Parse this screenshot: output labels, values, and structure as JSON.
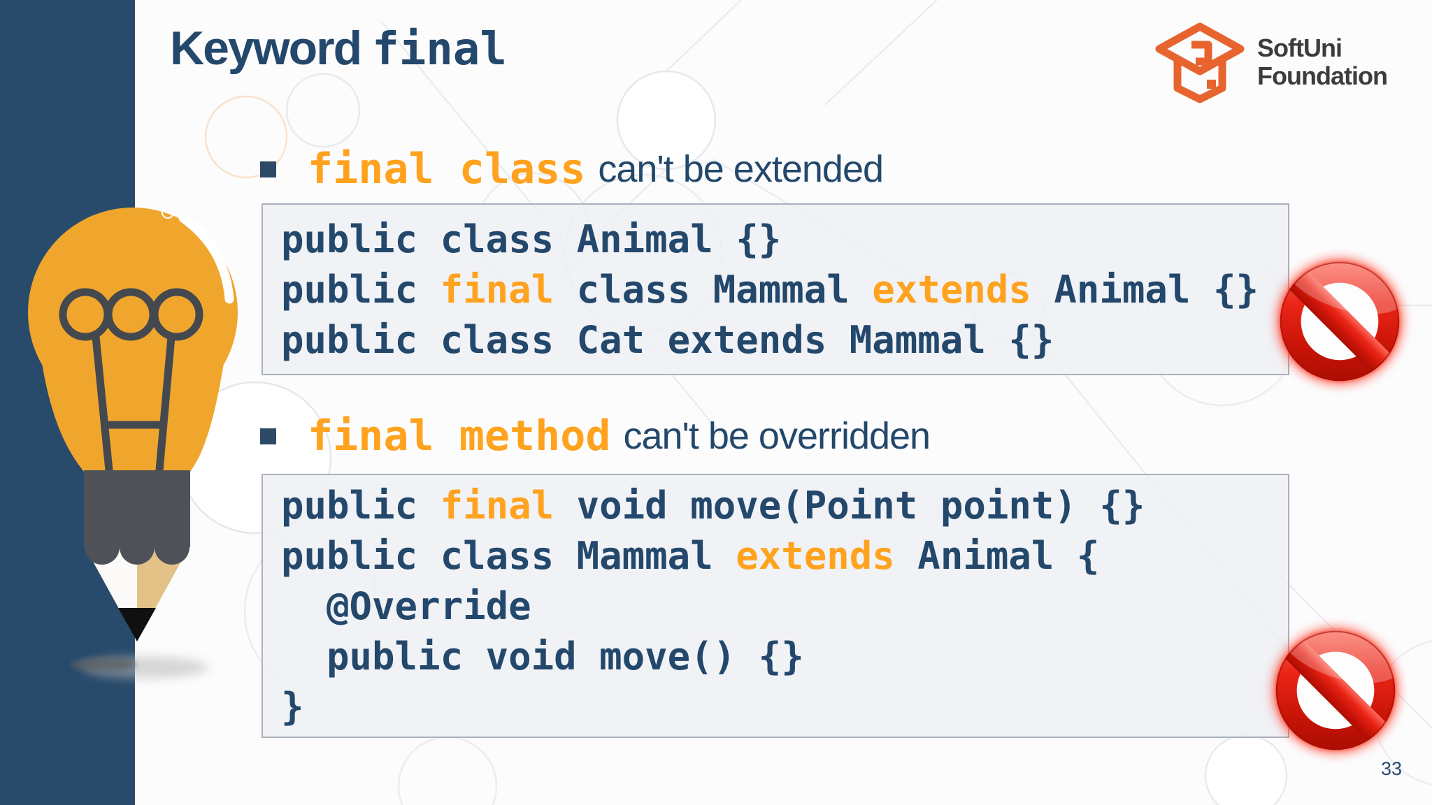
{
  "slide_title": {
    "keyword": "Keyword",
    "code": "final"
  },
  "logo": {
    "line1": "SoftUni",
    "line2": "Foundation",
    "icon": "graduation-cap-icon"
  },
  "bullets": [
    {
      "code": "final class",
      "text": "can't be extended"
    },
    {
      "code": "final method",
      "text": "can't be overridden"
    }
  ],
  "code_blocks": [
    {
      "lines": [
        [
          {
            "t": "public class Animal {}"
          }
        ],
        [
          {
            "t": "public "
          },
          {
            "t": "final",
            "k": true
          },
          {
            "t": " class Mammal "
          },
          {
            "t": "extends",
            "k": true
          },
          {
            "t": " Animal {}"
          }
        ],
        [
          {
            "t": "public class Cat extends Mammal {}"
          }
        ]
      ]
    },
    {
      "lines": [
        [
          {
            "t": "public "
          },
          {
            "t": "final",
            "k": true
          },
          {
            "t": " void move(Point point) {}"
          }
        ],
        [
          {
            "t": "public class Mammal "
          },
          {
            "t": "extends",
            "k": true
          },
          {
            "t": " Animal {"
          }
        ],
        [
          {
            "t": "  @Override"
          }
        ],
        [
          {
            "t": "  public void move() {}"
          }
        ],
        [
          {
            "t": "}"
          }
        ]
      ]
    }
  ],
  "page_number": "33",
  "icons": {
    "prohibition": "no-sign-icon",
    "illustration": "lightbulb-pencil-icon"
  },
  "colors": {
    "navy": "#23486B",
    "orange": "#FFA21E",
    "bar-navy": "#284A6B",
    "code-bg": "#EDF0F4",
    "code-border": "#ABB1BB",
    "logo-orange": "#E8642F",
    "logo-text": "#3C3C3C",
    "bulb-orange": "#F0A62D",
    "no-red": "#E02011"
  }
}
